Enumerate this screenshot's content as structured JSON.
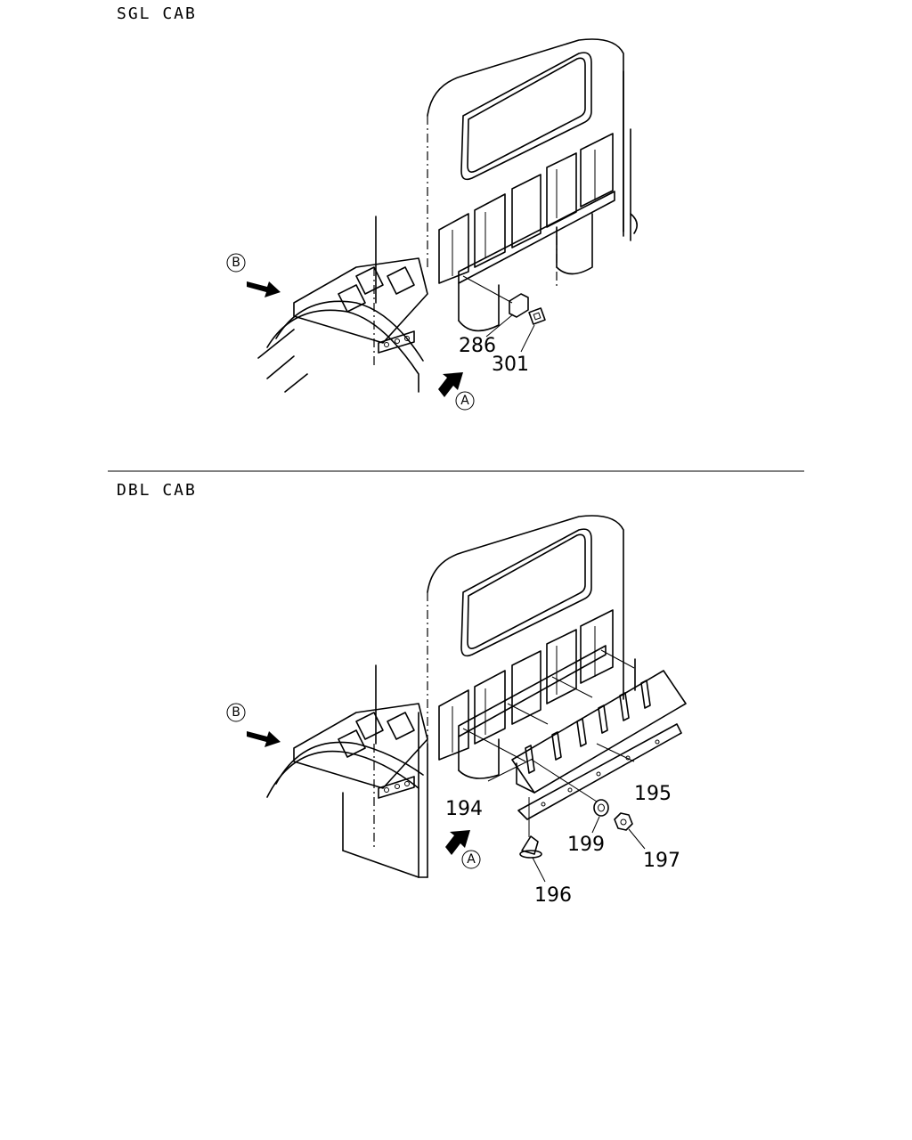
{
  "sections": {
    "sgl": {
      "title": "SGL CAB"
    },
    "dbl": {
      "title": "DBL CAB"
    }
  },
  "views": {
    "a": "A",
    "b": "B"
  },
  "parts": {
    "p286": "286",
    "p301": "301",
    "p194": "194",
    "p195": "195",
    "p196": "196",
    "p197": "197",
    "p199": "199"
  },
  "colors": {
    "line": "#000000",
    "background": "#ffffff"
  }
}
